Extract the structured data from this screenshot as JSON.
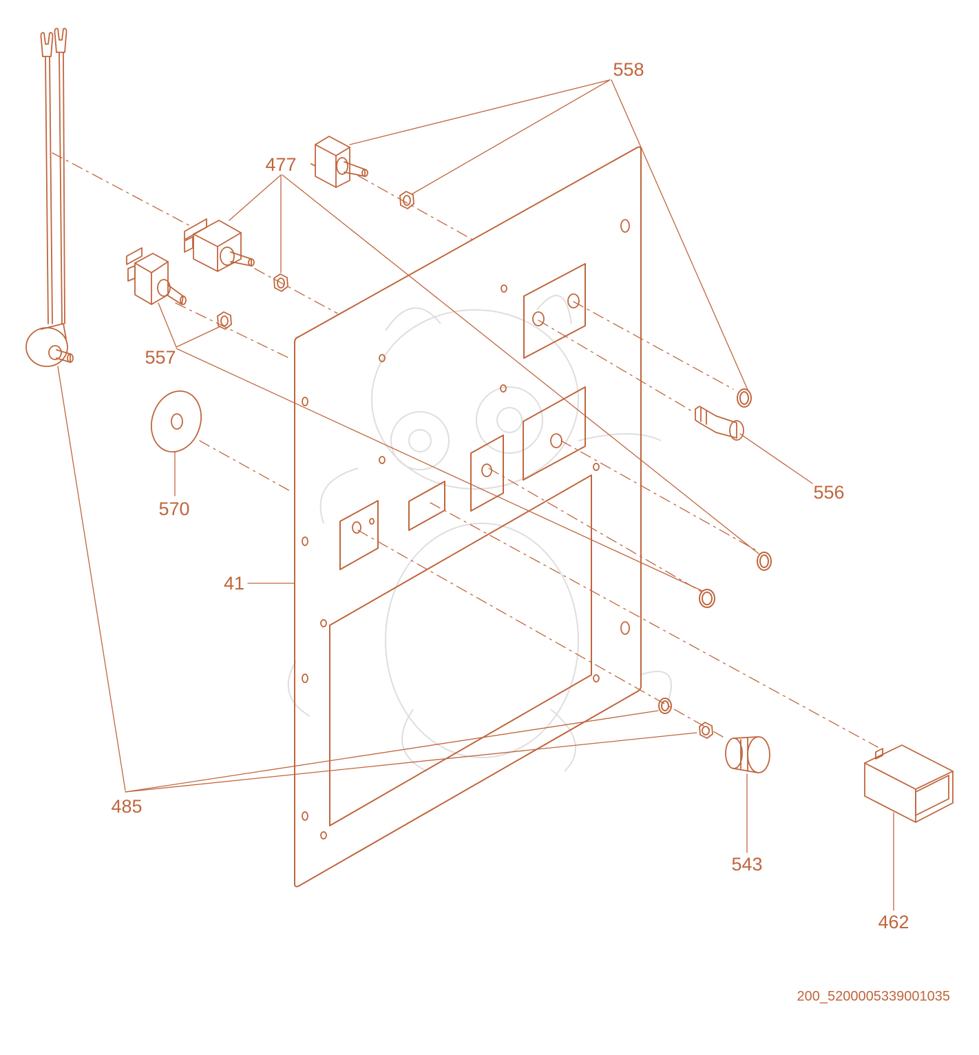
{
  "colors": {
    "line": "#c0653c",
    "label": "#c0653c",
    "watermark": "#dedede"
  },
  "labels": {
    "p558": "558",
    "p477": "477",
    "p557": "557",
    "p570": "570",
    "p41": "41",
    "p556": "556",
    "p485": "485",
    "p543": "543",
    "p462": "462"
  },
  "drawing_code": "200_5200005339001035"
}
